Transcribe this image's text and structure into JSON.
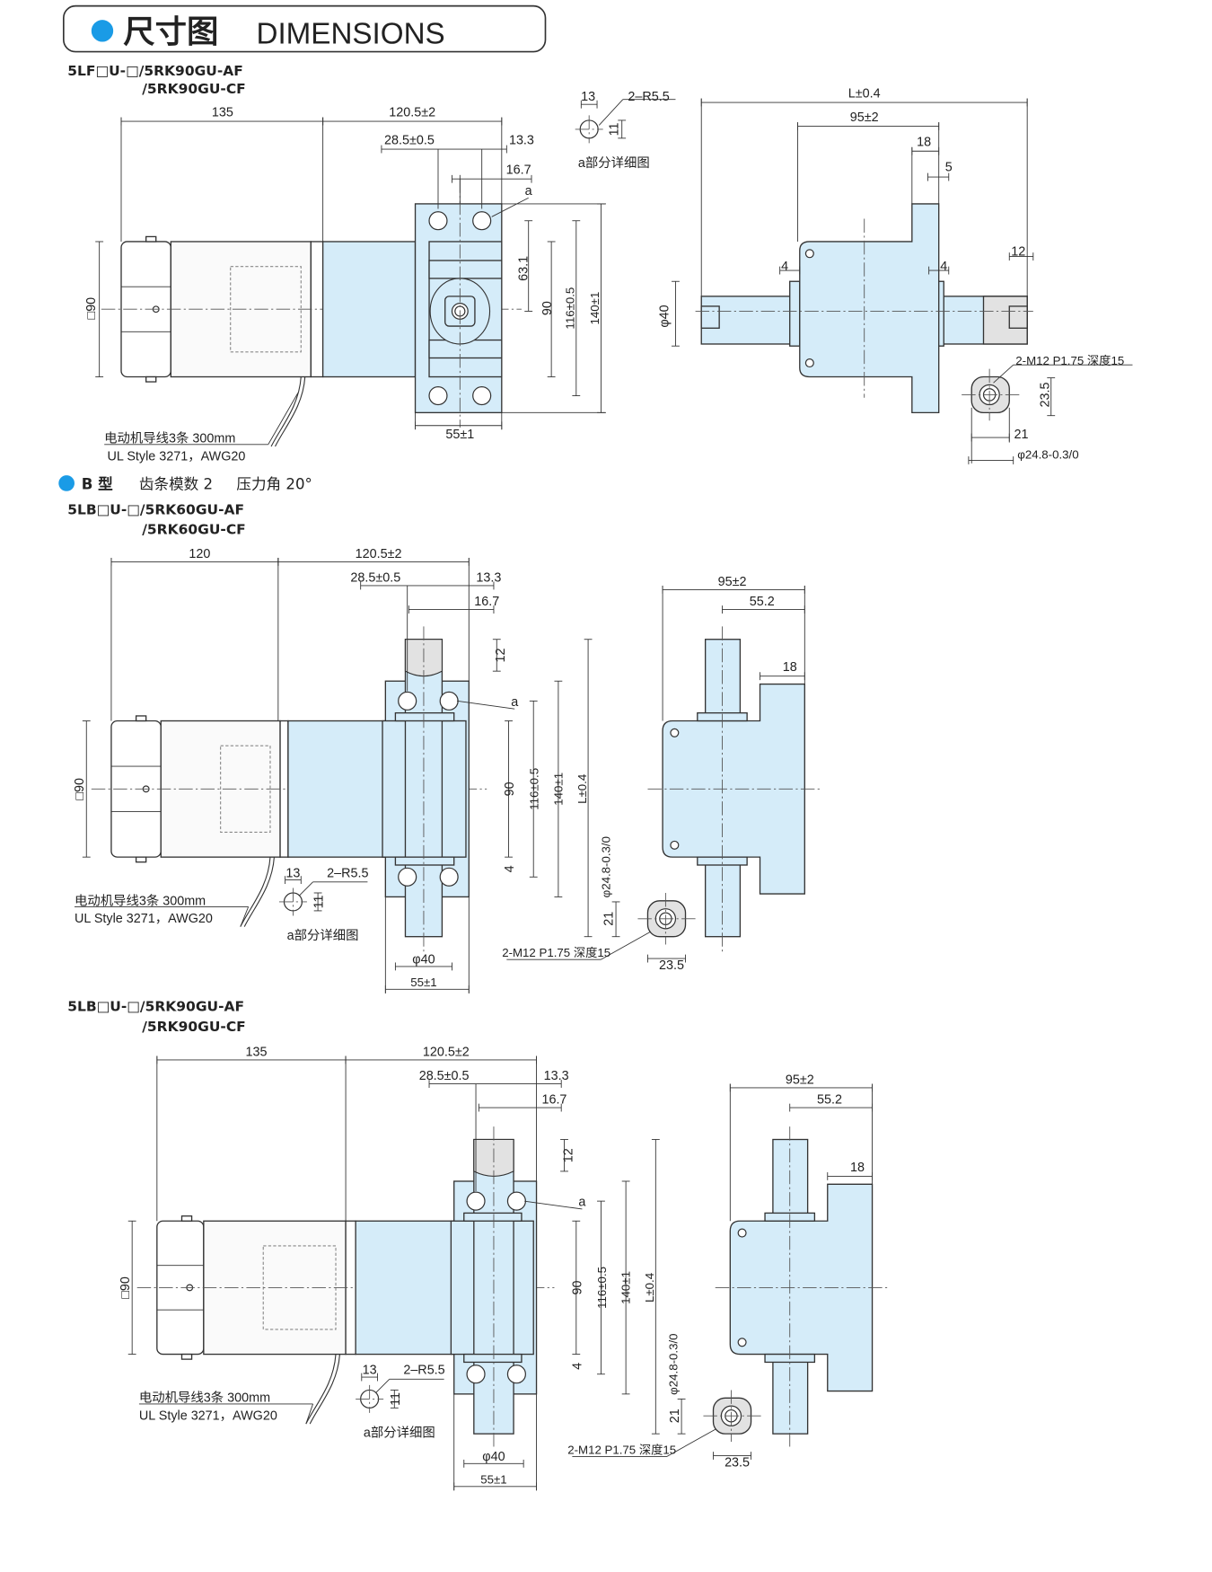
{
  "header": {
    "title_cn": "尺寸图",
    "title_en": "DIMENSIONS"
  },
  "section_b": {
    "type": "B 型",
    "module": "齿条模数 2",
    "angle": "压力角 20°"
  },
  "colors": {
    "accent": "#1a9be6",
    "part_fill": "#d5ecf9",
    "line": "#333333"
  },
  "drawings": [
    {
      "model1": "5LF□U-□/5RK90GU-AF",
      "model2": "/5RK90GU-CF",
      "motor_len": "135",
      "gear_len": "120.5±2",
      "d28": "28.5±0.5",
      "d13_3": "13.3",
      "d16_7": "16.7",
      "a": "a",
      "d63_1": "63.1",
      "d90": "90",
      "d116": "116±0.5",
      "d140": "140±1",
      "d55": "55±1",
      "sq90": "□90",
      "cable1": "电动机导线3条 300mm",
      "cable2": "UL Style 3271，AWG20",
      "detail": {
        "w": "13",
        "r": "2–R5.5",
        "h": "11",
        "caption": "a部分详细图"
      },
      "side": {
        "L": "L±0.4",
        "d95": "95±2",
        "d18": "18",
        "d5": "5",
        "d4a": "4",
        "d4b": "4",
        "d12": "12",
        "phi40": "φ40",
        "tap": "2-M12 P1.75 深度15",
        "d23_5": "23.5",
        "d21": "21",
        "phi24": "φ24.8-0.3/0"
      }
    },
    {
      "model1": "5LB□U-□/5RK60GU-AF",
      "model2": "/5RK60GU-CF",
      "motor_len": "120",
      "gear_len": "120.5±2",
      "d28": "28.5±0.5",
      "d13_3": "13.3",
      "d16_7": "16.7",
      "d12": "12",
      "a": "a",
      "d90": "90",
      "d116": "116±0.5",
      "d140": "140±1",
      "L": "L±0.4",
      "d4": "4",
      "phi24": "φ24.8-0.3/0",
      "sq90": "□90",
      "phi40": "φ40",
      "d55": "55±1",
      "cable1": "电动机导线3条  300mm",
      "cable2": "UL Style 3271，AWG20",
      "detail": {
        "w": "13",
        "r": "2–R5.5",
        "h": "11",
        "caption": "a部分详细图"
      },
      "tap": "2-M12 P1.75 深度15",
      "d21": "21",
      "d23_5": "23.5",
      "side": {
        "d95": "95±2",
        "d55_2": "55.2",
        "d18": "18"
      }
    },
    {
      "model1": "5LB□U-□/5RK90GU-AF",
      "model2": "/5RK90GU-CF",
      "motor_len": "135",
      "gear_len": "120.5±2",
      "d28": "28.5±0.5",
      "d13_3": "13.3",
      "d16_7": "16.7",
      "d12": "12",
      "a": "a",
      "d90": "90",
      "d116": "116±0.5",
      "d140": "140±1",
      "L": "L±0.4",
      "d4": "4",
      "phi24": "φ24.8-0.3/0",
      "sq90": "□90",
      "phi40": "φ40",
      "d55": "55±1",
      "cable1": "电动机导线3条  300mm",
      "cable2": "UL Style 3271，AWG20",
      "detail": {
        "w": "13",
        "r": "2–R5.5",
        "h": "11",
        "caption": "a部分详细图"
      },
      "tap": "2-M12 P1.75 深度15",
      "d21": "21",
      "d23_5": "23.5",
      "side": {
        "d95": "95±2",
        "d55_2": "55.2",
        "d18": "18"
      }
    }
  ]
}
